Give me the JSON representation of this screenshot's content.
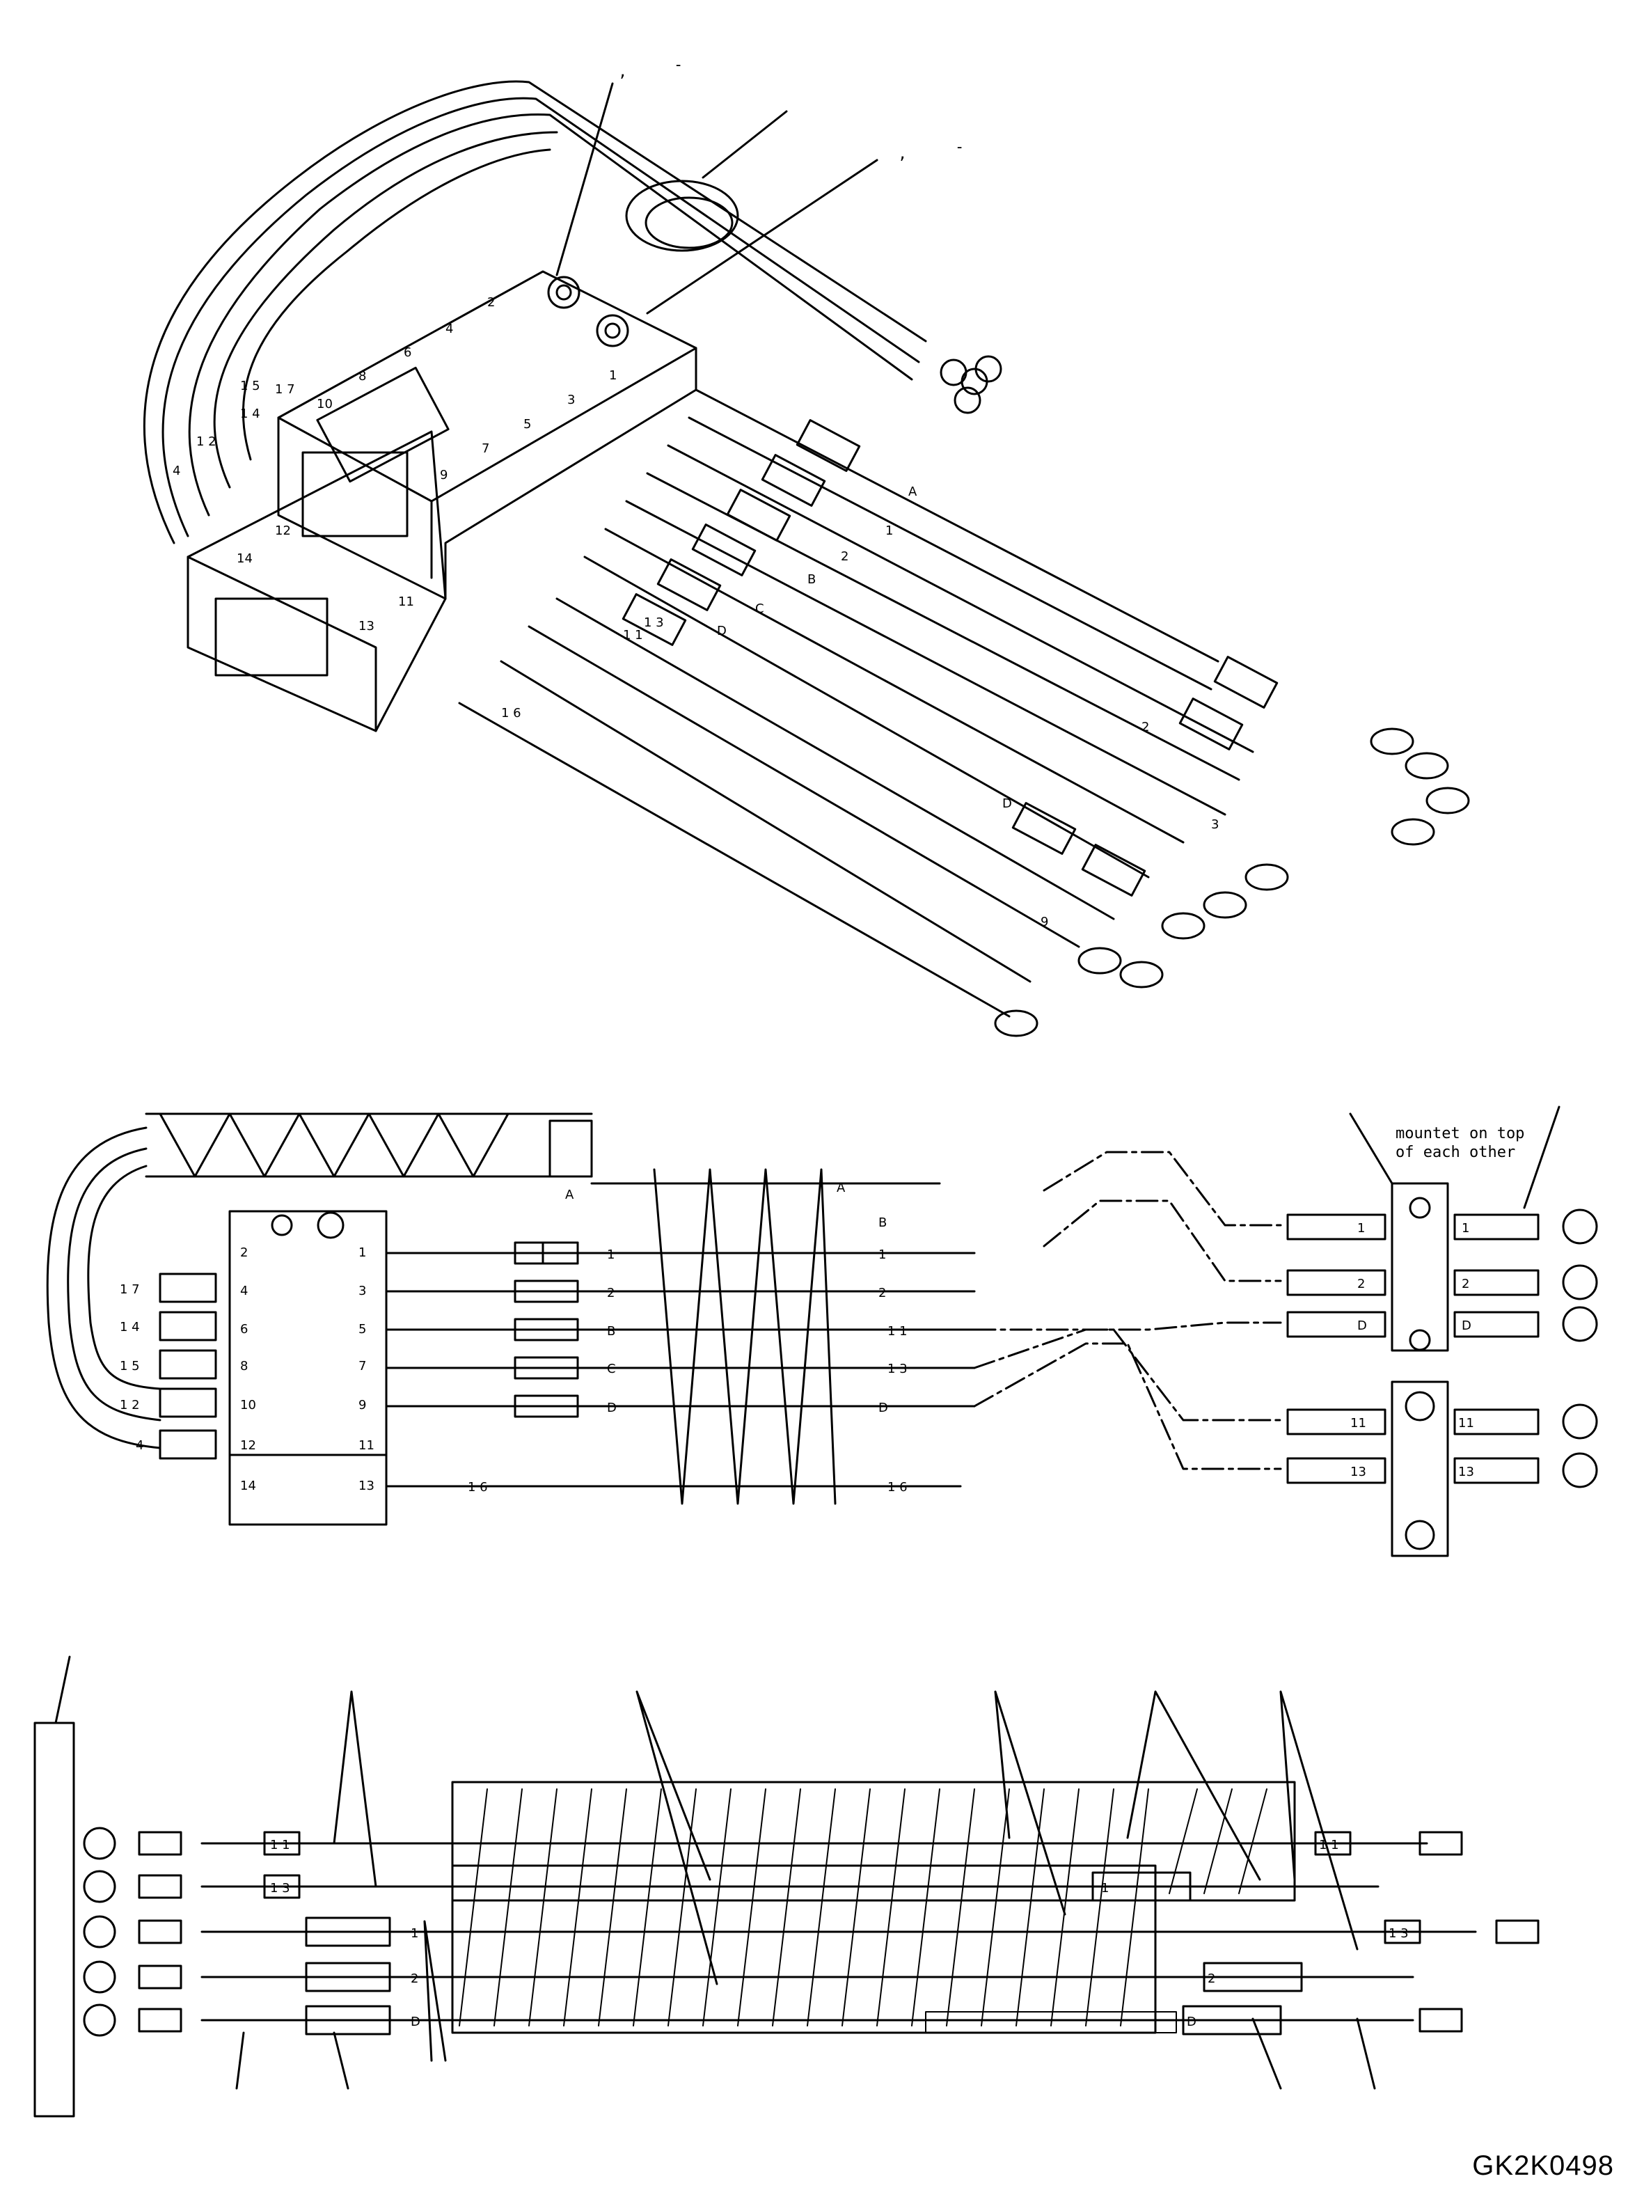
{
  "iso_view": {
    "callouts": [
      ",",
      "-",
      ",",
      "-"
    ],
    "port_numbers": [
      "2",
      "4",
      "6",
      "8",
      "10",
      "12",
      "14",
      "1",
      "3",
      "5",
      "7",
      "9",
      "11",
      "13"
    ],
    "hose_tags": [
      "A",
      "1",
      "2",
      "B",
      "C",
      "D",
      "1 1",
      "1 3",
      "1 6",
      "1 2",
      "1 4",
      "1 5",
      "1 7",
      "4",
      "9",
      "D",
      "2",
      "3"
    ]
  },
  "plan_view": {
    "note_line1": "mountet on top",
    "note_line2": "of each other",
    "left_ports": [
      "2",
      "4",
      "6",
      "8",
      "10",
      "12",
      "14"
    ],
    "right_ports": [
      "1",
      "3",
      "5",
      "7",
      "9",
      "11",
      "13"
    ],
    "hose_tags": [
      "A",
      "1",
      "2",
      "B",
      "C",
      "D",
      "1 6"
    ],
    "hose_tags_far": [
      "A",
      "B",
      "1",
      "2",
      "1 1",
      "1 3",
      "D",
      "1 6"
    ],
    "left_tags": [
      "1 7",
      "1 4",
      "1 5",
      "1 2",
      "4"
    ],
    "coupler_left": [
      "1",
      "2",
      "D",
      "11",
      "13"
    ],
    "coupler_right": [
      "1",
      "2",
      "D",
      "11",
      "13"
    ]
  },
  "bottom_view": {
    "left_tags": [
      "1 1",
      "1 3",
      "1",
      "2",
      "D"
    ],
    "right_tags": [
      "1 1",
      "1",
      "1 3",
      "2",
      "D"
    ]
  },
  "drawing_code": "GK2K0498"
}
